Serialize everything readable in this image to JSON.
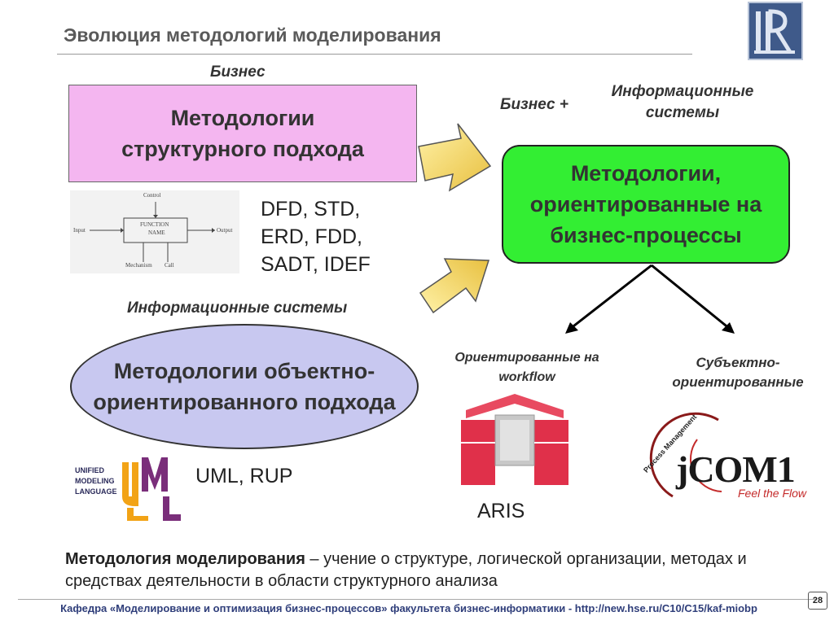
{
  "header": {
    "title": "Эволюция методологий моделирования"
  },
  "business_label": "Бизнес",
  "business_plus_label": "Бизнес +",
  "is_label_top": "Информационные системы",
  "structural": {
    "title": "Методологии структурного подхода",
    "methods": "DFD, STD, ERD, FDD, SADT, IDEF"
  },
  "function_diagram": {
    "control": "Control",
    "input": "Input",
    "output": "Output",
    "mechanism": "Mechanism",
    "call": "Call",
    "function": "FUNCTION",
    "name": "NAME"
  },
  "bp": {
    "title": "Методологии, ориентированные на бизнес-процессы"
  },
  "is_label": "Информационные системы",
  "oo": {
    "title": "Методологии объектно-ориентированного подхода",
    "methods": "UML, RUP"
  },
  "uml_logo": {
    "line1": "UNIFIED",
    "line2": "MODELING",
    "line3": "LANGUAGE"
  },
  "workflow": {
    "caption": "Ориентированные на workflow",
    "product": "ARIS"
  },
  "subject": {
    "caption": "Субъектно-ориентированные"
  },
  "jcom": {
    "tagline": "Feel the Flow",
    "arc_text": "Process Management",
    "brand": "jCOM1"
  },
  "definition": {
    "term": "Методология моделирования",
    "text": " – учение о структуре, логической организации, методах и средствах деятельности в области структурного анализа"
  },
  "footer": {
    "text": "Кафедра «Моделирование и оптимизация бизнес-процессов» факультета бизнес-информатики - http://new.hse.ru/C10/C15/kaf-miobp",
    "page": "28"
  },
  "colors": {
    "pink": "#f4b6f0",
    "green": "#33ee33",
    "lavender": "#c8c8f0",
    "aris_red": "#e0304a",
    "footer_blue": "#2f3e7a"
  }
}
